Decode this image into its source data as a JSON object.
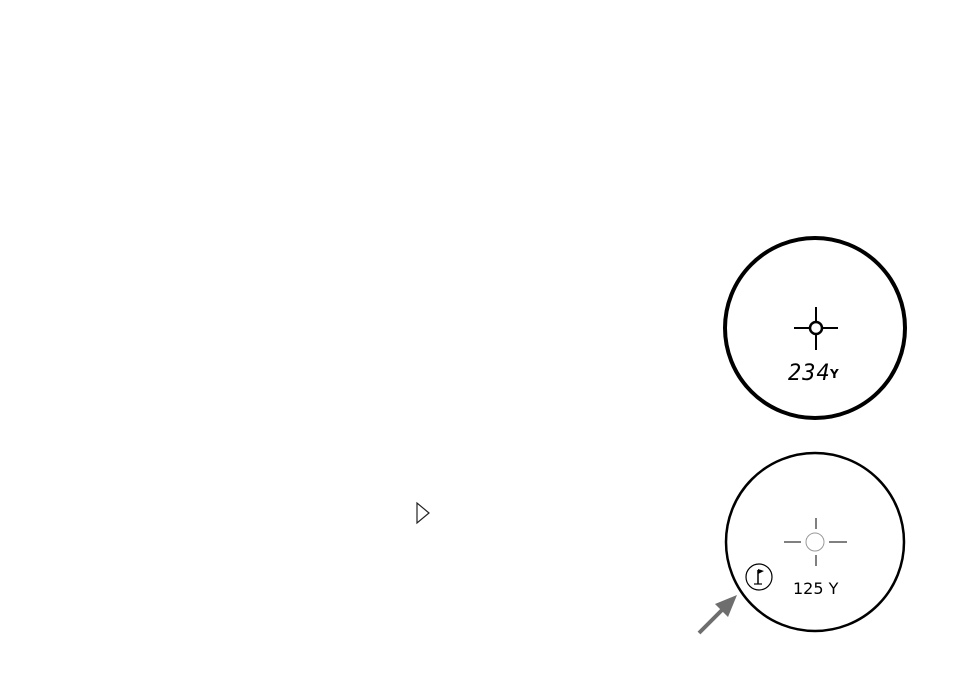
{
  "viewfinder_top": {
    "distance": "234",
    "unit": "Y"
  },
  "viewfinder_bottom": {
    "distance": "125 Y",
    "mode_icon": "flag-icon"
  },
  "indicators": {
    "play_icon": "play-triangle-icon",
    "arrow_icon": "pointer-arrow-icon",
    "arrow_color": "#6e6e6e"
  }
}
